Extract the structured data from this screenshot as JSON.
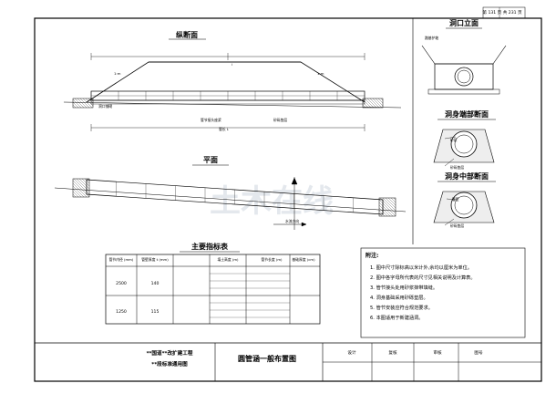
{
  "sheet": {
    "page_label": "第 131 页 共 231 页",
    "watermark": "土木在线"
  },
  "views": {
    "longitudinal_title": "纵断面",
    "plan_title": "平面",
    "portal_title": "洞口立面",
    "end_section_title": "洞身端部断面",
    "mid_section_title": "洞身中部断面",
    "table_title": "主要指标表"
  },
  "longitudinal": {
    "left_slope": "1:m",
    "right_slope": "1:m",
    "culvert_slope": "i",
    "left_label": "洞口铺砌",
    "middle_label": "管节接头座浆",
    "right_label": "砂砾垫层",
    "length_label": "管长 L"
  },
  "plan": {
    "flow_label": "水流方向"
  },
  "portal": {
    "label": "路基护坡"
  },
  "sections": {
    "end_a": "砂浆",
    "end_b": "砂砾垫层",
    "mid_a": "管壁",
    "mid_b": "砂砾垫层"
  },
  "table": {
    "headers": [
      "管节内径 (mm)",
      "管壁厚度 t (mm)",
      "填土高度 (m)",
      "管节长度 (m)",
      "基础厚度 (cm)"
    ],
    "rows": [
      [
        "2500",
        "140",
        "",
        "",
        ""
      ],
      [
        "1250",
        "115",
        "",
        "",
        ""
      ]
    ]
  },
  "notes": {
    "title": "附注:",
    "lines": [
      "1. 图中尺寸除标高以米计外,余均以厘米为单位。",
      "2. 图中各字母所代表的尺寸见相关说明及计算表。",
      "3. 管节接头处用砂浆抹带填缝。",
      "4. 洞身基础采用砂砾垫层。",
      "5. 管节安装应符合规范要求。",
      "6. 本图适用于新建涵洞。"
    ]
  },
  "title_block": {
    "project_line1": "**国道**改扩建工程",
    "project_line2": "**段标准通用图",
    "drawing_name": "圆管涵一般布置图",
    "design": "设计",
    "review": "复核",
    "approve": "审核",
    "figure_no": "图号"
  }
}
